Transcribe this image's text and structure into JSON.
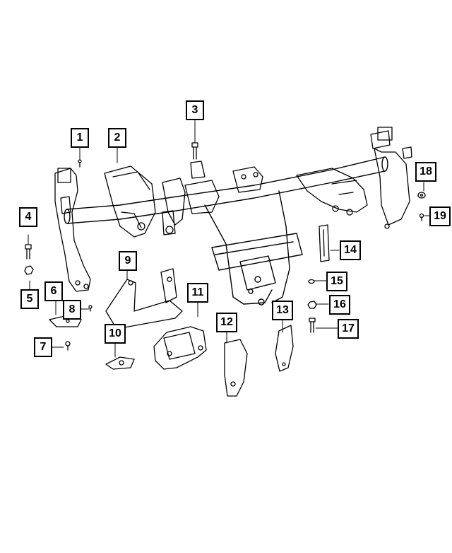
{
  "diagram": {
    "callouts": [
      {
        "id": "c1",
        "number": "1"
      },
      {
        "id": "c2",
        "number": "2"
      },
      {
        "id": "c3",
        "number": "3"
      },
      {
        "id": "c4",
        "number": "4"
      },
      {
        "id": "c5",
        "number": "5"
      },
      {
        "id": "c6",
        "number": "6"
      },
      {
        "id": "c7",
        "number": "7"
      },
      {
        "id": "c8",
        "number": "8"
      },
      {
        "id": "c9",
        "number": "9"
      },
      {
        "id": "c10",
        "number": "10"
      },
      {
        "id": "c11",
        "number": "11"
      },
      {
        "id": "c12",
        "number": "12"
      },
      {
        "id": "c13",
        "number": "13"
      },
      {
        "id": "c14",
        "number": "14"
      },
      {
        "id": "c15",
        "number": "15"
      },
      {
        "id": "c16",
        "number": "16"
      },
      {
        "id": "c17",
        "number": "17"
      },
      {
        "id": "c18",
        "number": "18"
      },
      {
        "id": "c19",
        "number": "19"
      }
    ]
  }
}
